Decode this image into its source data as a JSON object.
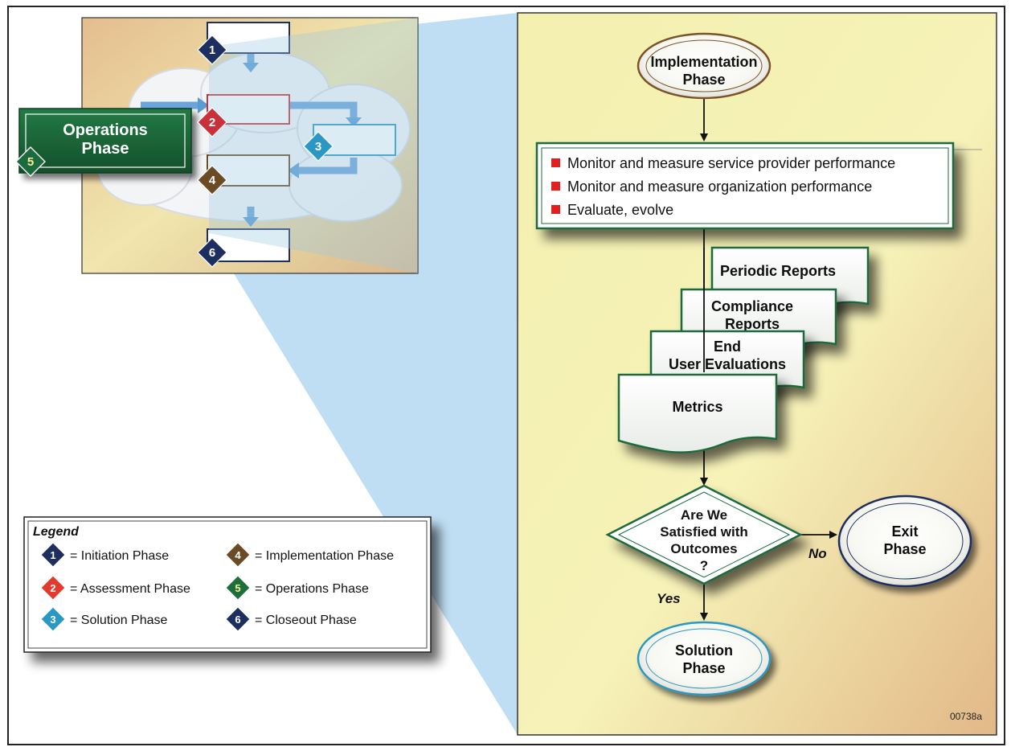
{
  "inset": {
    "operations_label_line1": "Operations",
    "operations_label_line2": "Phase",
    "markers": [
      "1",
      "2",
      "3",
      "4",
      "5",
      "6"
    ]
  },
  "flow": {
    "start_line1": "Implementation",
    "start_line2": "Phase",
    "bullets": [
      "Monitor and measure service provider performance",
      "Monitor and measure organization performance",
      "Evaluate, evolve"
    ],
    "doc_periodic": "Periodic Reports",
    "doc_compliance_line1": "Compliance",
    "doc_compliance_line2": "Reports",
    "doc_enduser_line1": "End",
    "doc_enduser_line2": "User Evaluations",
    "doc_metrics": "Metrics",
    "decision_line1": "Are We",
    "decision_line2": "Satisfied with",
    "decision_line3": "Outcomes",
    "decision_line4": "?",
    "no_label": "No",
    "yes_label": "Yes",
    "exit_line1": "Exit",
    "exit_line2": "Phase",
    "solution_line1": "Solution",
    "solution_line2": "Phase",
    "figure_id": "00738a"
  },
  "legend": {
    "title": "Legend",
    "items": [
      {
        "num": "1",
        "label": "= Initiation Phase",
        "color": "#1c2f5e"
      },
      {
        "num": "2",
        "label": "= Assessment Phase",
        "color": "#e23a2c"
      },
      {
        "num": "3",
        "label": "= Solution Phase",
        "color": "#2a97c4"
      },
      {
        "num": "4",
        "label": "= Implementation Phase",
        "color": "#6b4a26"
      },
      {
        "num": "5",
        "label": "= Operations Phase",
        "color": "#1d6e3a"
      },
      {
        "num": "6",
        "label": "= Closeout Phase",
        "color": "#1c2f5e"
      }
    ]
  },
  "colors": {
    "green": "#1b6b3c",
    "navy": "#1c2f5e",
    "red": "#c8313a",
    "teal": "#2a97c4",
    "brown": "#6b4a26",
    "light_blue": "#bcdcf2"
  }
}
